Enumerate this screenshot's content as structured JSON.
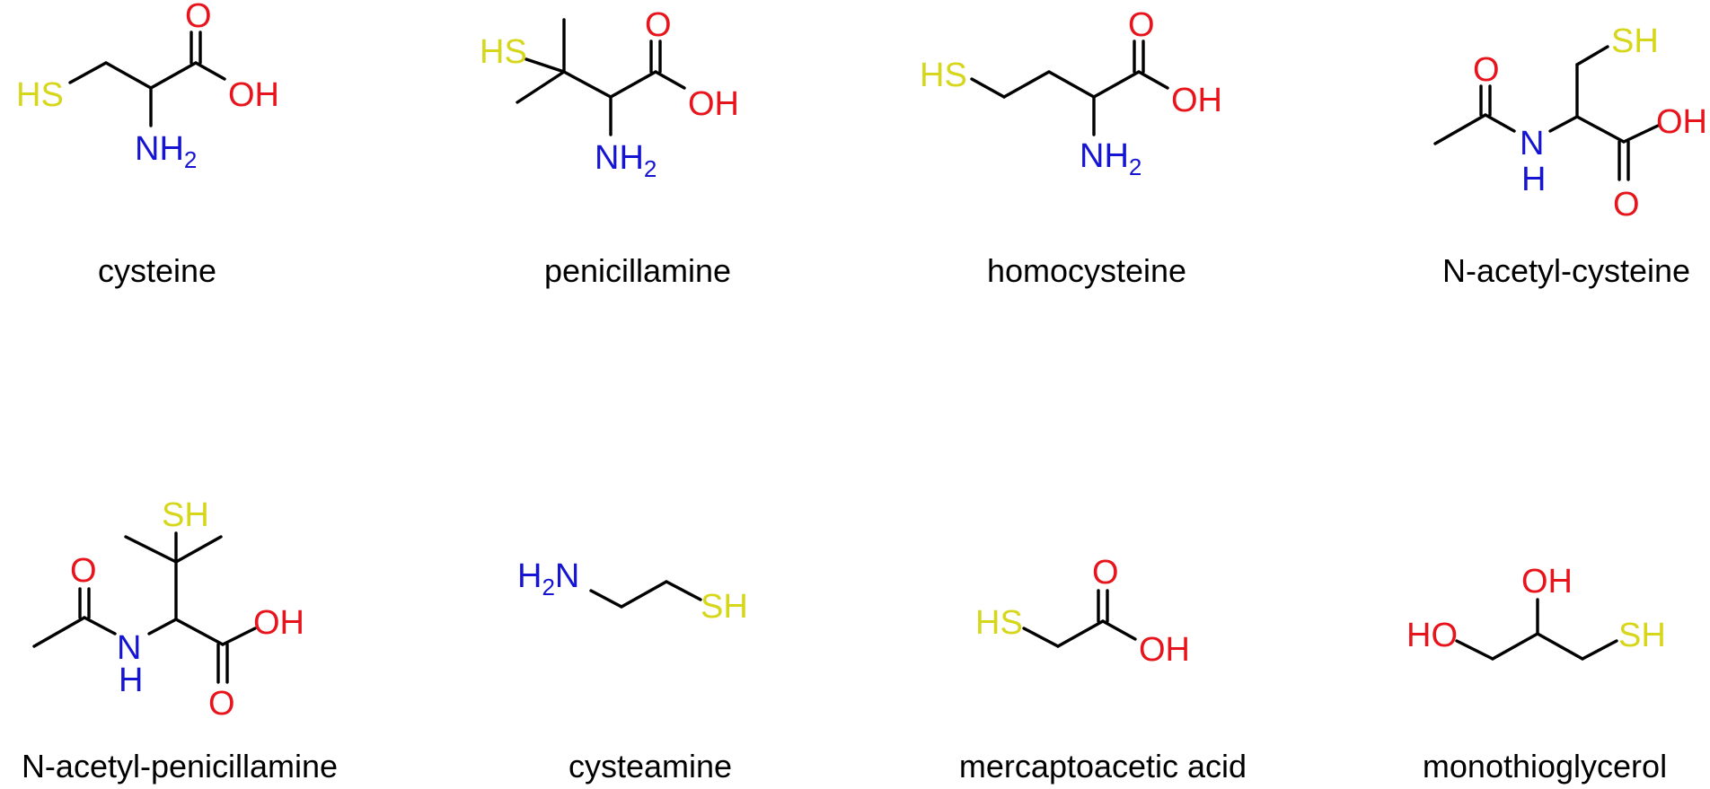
{
  "colors": {
    "bond": "#000000",
    "oxygen": "#e8141c",
    "nitrogen": "#1414d2",
    "sulfur": "#d6d61a",
    "text": "#000000"
  },
  "atoms": {
    "SH": "SH",
    "HS": "HS",
    "OH": "OH",
    "HO": "HO",
    "O": "O",
    "N": "N",
    "H": "H",
    "NH": "NH",
    "H2N_H": "H",
    "H2N_N": "N",
    "sub2": "2"
  },
  "molecules": [
    {
      "name": "cysteine"
    },
    {
      "name": "penicillamine"
    },
    {
      "name": "homocysteine"
    },
    {
      "name": "N-acetyl-cysteine"
    },
    {
      "name": "N-acetyl-penicillamine"
    },
    {
      "name": "cysteamine"
    },
    {
      "name": "mercaptoacetic acid"
    },
    {
      "name": "monothioglycerol"
    }
  ]
}
